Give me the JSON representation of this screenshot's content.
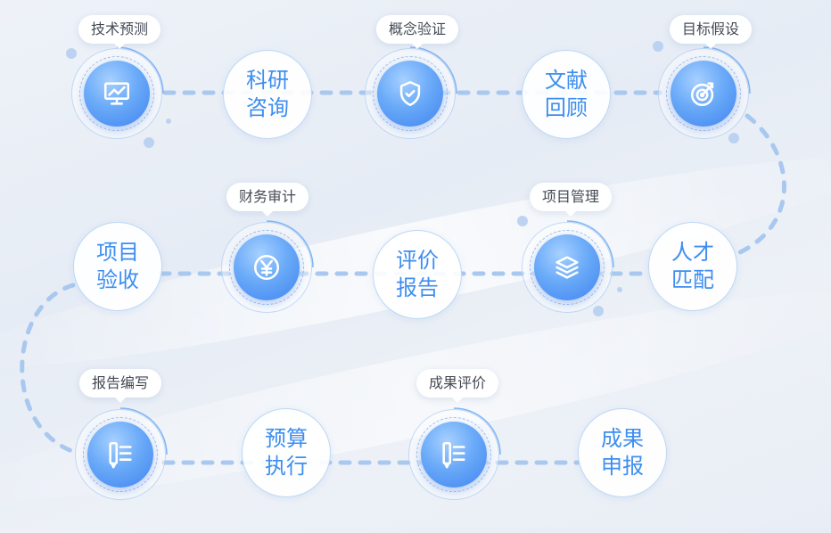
{
  "nodes": [
    {
      "id": "tech-forecast",
      "kind": "icon",
      "tag": "技术预测",
      "icon": "monitor-chart-icon"
    },
    {
      "id": "research-consult",
      "kind": "text",
      "lines": [
        "科研",
        "咨询"
      ]
    },
    {
      "id": "concept-verify",
      "kind": "icon",
      "tag": "概念验证",
      "icon": "shield-check-icon"
    },
    {
      "id": "literature-review",
      "kind": "text",
      "lines": [
        "文献",
        "回顾"
      ]
    },
    {
      "id": "goal-hypothesis",
      "kind": "icon",
      "tag": "目标假设",
      "icon": "target-icon"
    },
    {
      "id": "talent-match",
      "kind": "text",
      "lines": [
        "人才",
        "匹配"
      ]
    },
    {
      "id": "project-manage",
      "kind": "icon",
      "tag": "项目管理",
      "icon": "layers-icon"
    },
    {
      "id": "evaluation-report",
      "kind": "text",
      "lines": [
        "评价",
        "报告"
      ]
    },
    {
      "id": "financial-audit",
      "kind": "icon",
      "tag": "财务审计",
      "icon": "yuan-icon"
    },
    {
      "id": "project-acceptance",
      "kind": "text",
      "lines": [
        "项目",
        "验收"
      ]
    },
    {
      "id": "report-writing",
      "kind": "icon",
      "tag": "报告编写",
      "icon": "document-list-icon"
    },
    {
      "id": "budget-execution",
      "kind": "text",
      "lines": [
        "预算",
        "执行"
      ]
    },
    {
      "id": "result-evaluation",
      "kind": "icon",
      "tag": "成果评价",
      "icon": "document-list-icon"
    },
    {
      "id": "result-declaration",
      "kind": "text",
      "lines": [
        "成果",
        "申报"
      ]
    }
  ],
  "colors": {
    "accent": "#3e8ef0",
    "connector": "#a9c8ef",
    "tag_text": "#444a55"
  }
}
